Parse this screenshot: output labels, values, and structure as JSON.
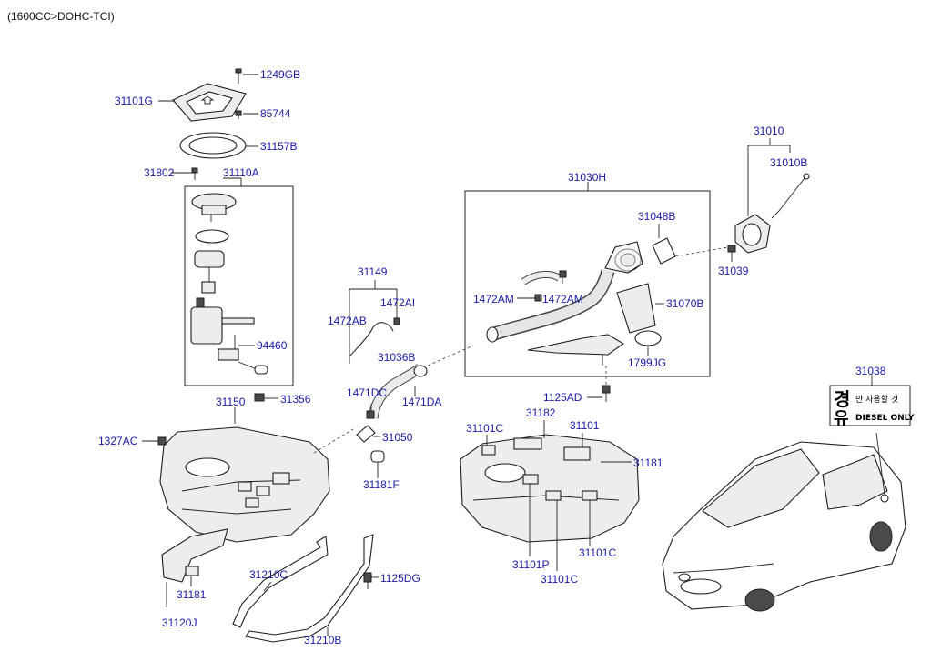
{
  "header": {
    "engine": "(1600CC>DOHC-TCI)"
  },
  "labels": {
    "p1249GB": "1249GB",
    "p31101G": "31101G",
    "p85744": "85744",
    "p31157B": "31157B",
    "p31802": "31802",
    "p31110A": "31110A",
    "p94460": "94460",
    "p31150": "31150",
    "p31356": "31356",
    "p1327AC": "1327AC",
    "p31149": "31149",
    "p1472AB": "1472AB",
    "p1472AI": "1472AI",
    "p31036B": "31036B",
    "p1471DC": "1471DC",
    "p1471DA": "1471DA",
    "p31050": "31050",
    "p31181F": "31181F",
    "p31030H": "31030H",
    "p31048B": "31048B",
    "p1472AM_a": "1472AM",
    "p1472AM_b": "1472AM",
    "p31070B": "31070B",
    "p1799JG": "1799JG",
    "p1125AD": "1125AD",
    "p31010": "31010",
    "p31010B": "31010B",
    "p31039": "31039",
    "p31101C_a": "31101C",
    "p31182": "31182",
    "p31101": "31101",
    "p31181_r": "31181",
    "p31101P": "31101P",
    "p31101C_b": "31101C",
    "p31101C_c": "31101C",
    "p31038": "31038",
    "p31210C": "31210C",
    "p1125DG": "1125DG",
    "p31181_l": "31181",
    "p31120J": "31120J",
    "p31210B": "31210B"
  },
  "sticker": {
    "big_glyph_top": "경",
    "big_glyph_bottom": "유",
    "line1": "만 사용할 것",
    "line2": "DIESEL ONLY"
  }
}
